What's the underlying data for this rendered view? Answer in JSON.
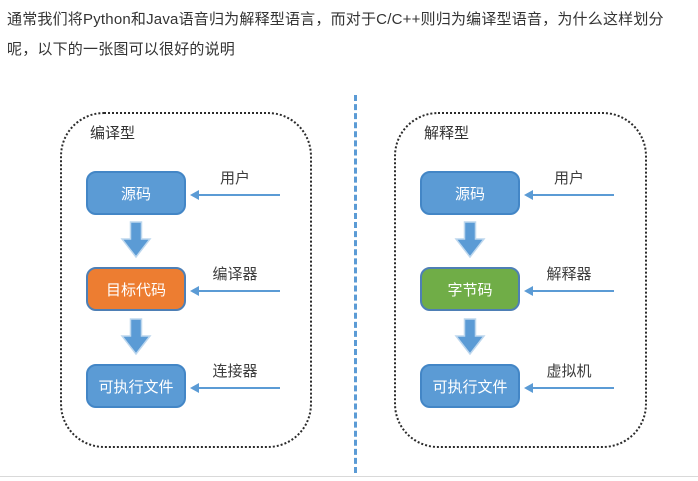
{
  "intro": {
    "text": "通常我们将Python和Java语音归为解释型语言，而对于C/C++则归为编译型语音，为什么这样划分呢，以下的一张图可以很好的说明"
  },
  "diagram": {
    "left_panel": {
      "title": "编译型",
      "nodes": [
        {
          "label": "源码",
          "fill": "blue",
          "input_label": "用户"
        },
        {
          "label": "目标代码",
          "fill": "orange",
          "input_label": "编译器"
        },
        {
          "label": "可执行文件",
          "fill": "blue",
          "input_label": "连接器"
        }
      ]
    },
    "right_panel": {
      "title": "解释型",
      "nodes": [
        {
          "label": "源码",
          "fill": "blue",
          "input_label": "用户"
        },
        {
          "label": "字节码",
          "fill": "green",
          "input_label": "解释器"
        },
        {
          "label": "可执行文件",
          "fill": "blue",
          "input_label": "虚拟机"
        }
      ]
    },
    "colors": {
      "accent_blue": "#5B9BD5",
      "node_orange": "#ED7D31",
      "node_green": "#70AD47",
      "panel_border": "#2B2B2B",
      "text": "#333333"
    }
  }
}
